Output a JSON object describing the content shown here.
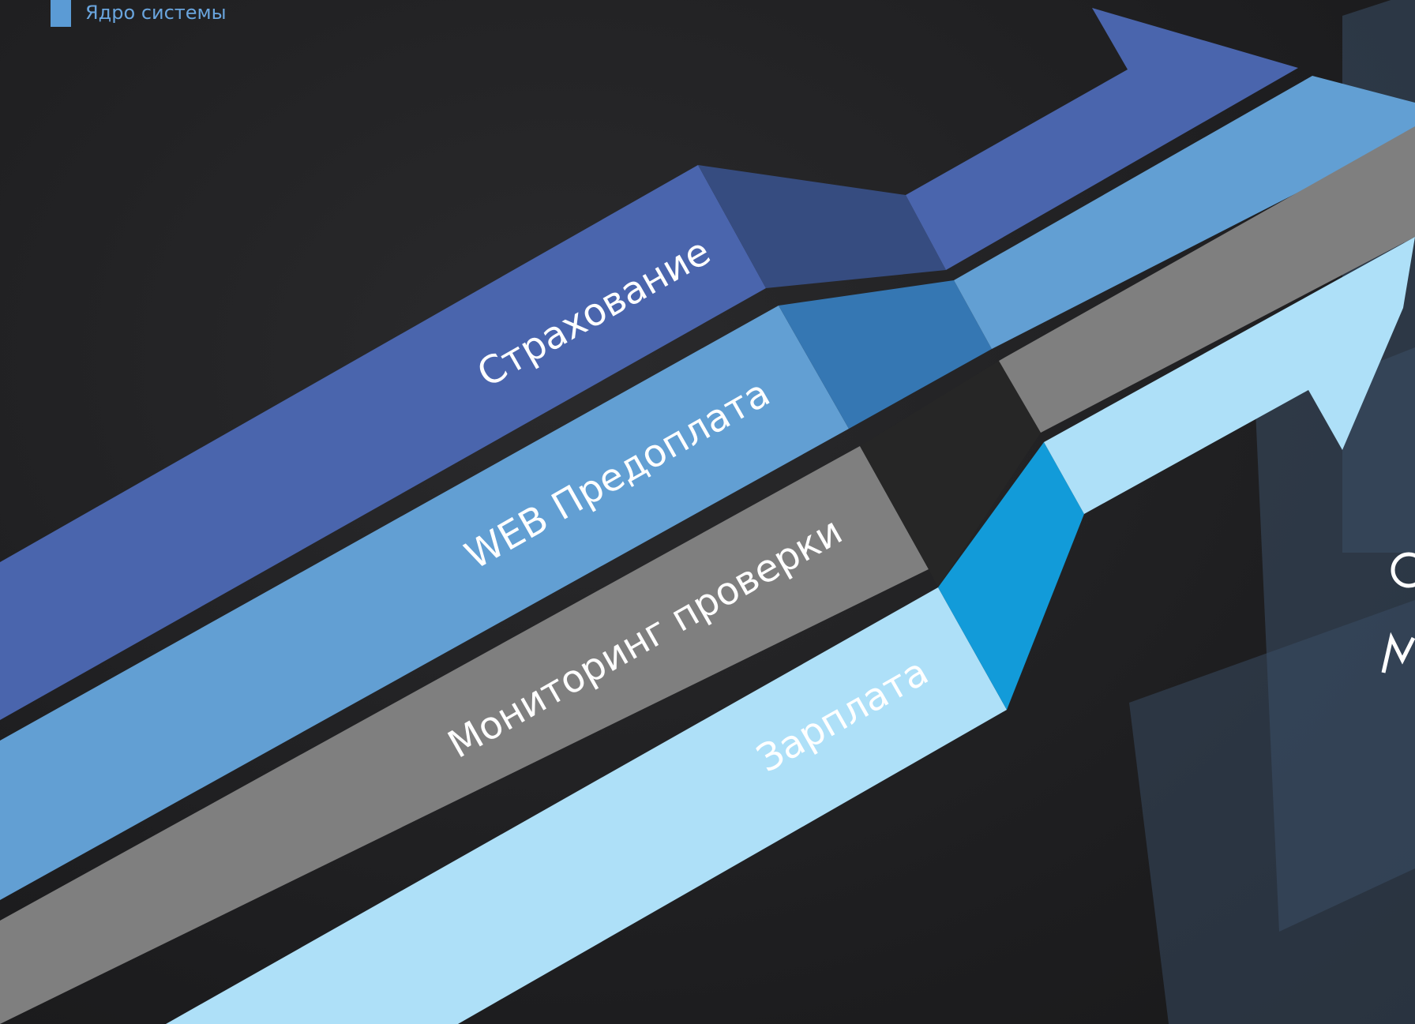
{
  "legend": {
    "label": "Ядро системы",
    "color": "#5b9bd5"
  },
  "bands": [
    {
      "label": "Страхование",
      "color": "#4a65ad",
      "side_color": "#364c80"
    },
    {
      "label": "WEB Предоплата",
      "color": "#629fd3",
      "side_color": "#3577b3"
    },
    {
      "label": "Мониторинг проверки",
      "color": "#7f7f7f",
      "side_color": "#262626"
    },
    {
      "label": "Зарплата",
      "color": "#aee0f8",
      "side_color": "#129bd9"
    }
  ],
  "background_panel_color": "#3a4e66",
  "background_color": "#1f1f20"
}
